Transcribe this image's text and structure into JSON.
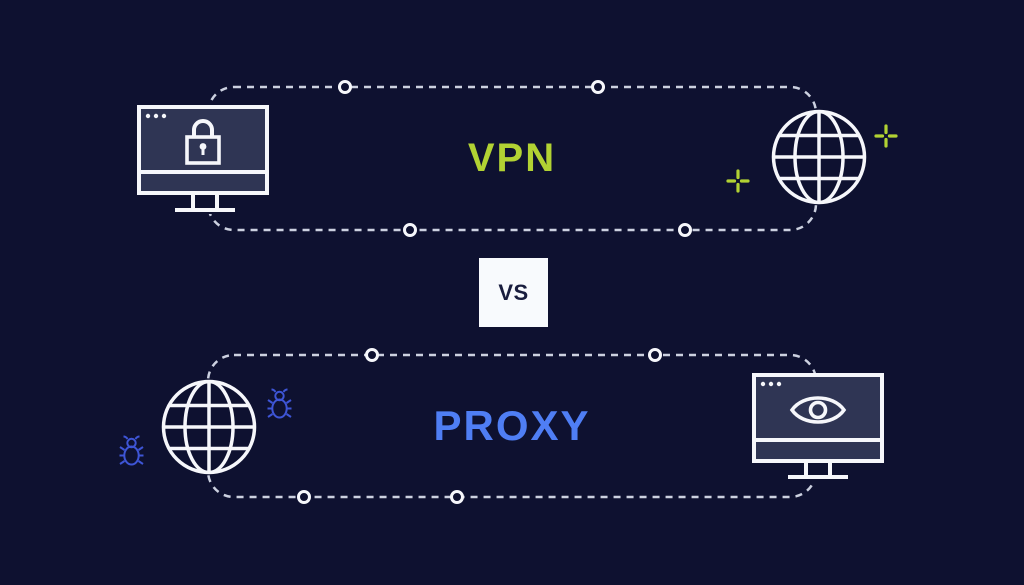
{
  "theme": {
    "bg": "#0e1130",
    "line": "#ccd1e0",
    "icon_white": "#f6f7fb",
    "screen_fill": "#2f3554",
    "green": "#b2d233",
    "blue": "#4f7ef4",
    "bug_blue": "#3e55d6",
    "vs_bg": "#f8fafd",
    "vs_text": "#191d3e"
  },
  "top_section": {
    "label": "VPN",
    "label_color": "#b2d233",
    "left_icon": "monitor-lock-icon",
    "right_icon": "globe-icon",
    "decorations": [
      "sparkle-plus-icon",
      "sparkle-plus-icon"
    ],
    "path_nodes": 4
  },
  "divider": {
    "label": "VS"
  },
  "bottom_section": {
    "label": "PROXY",
    "label_color": "#4f7ef4",
    "left_icon": "globe-icon",
    "right_icon": "monitor-eye-icon",
    "decorations": [
      "bug-icon",
      "bug-icon"
    ],
    "path_nodes": 4
  }
}
